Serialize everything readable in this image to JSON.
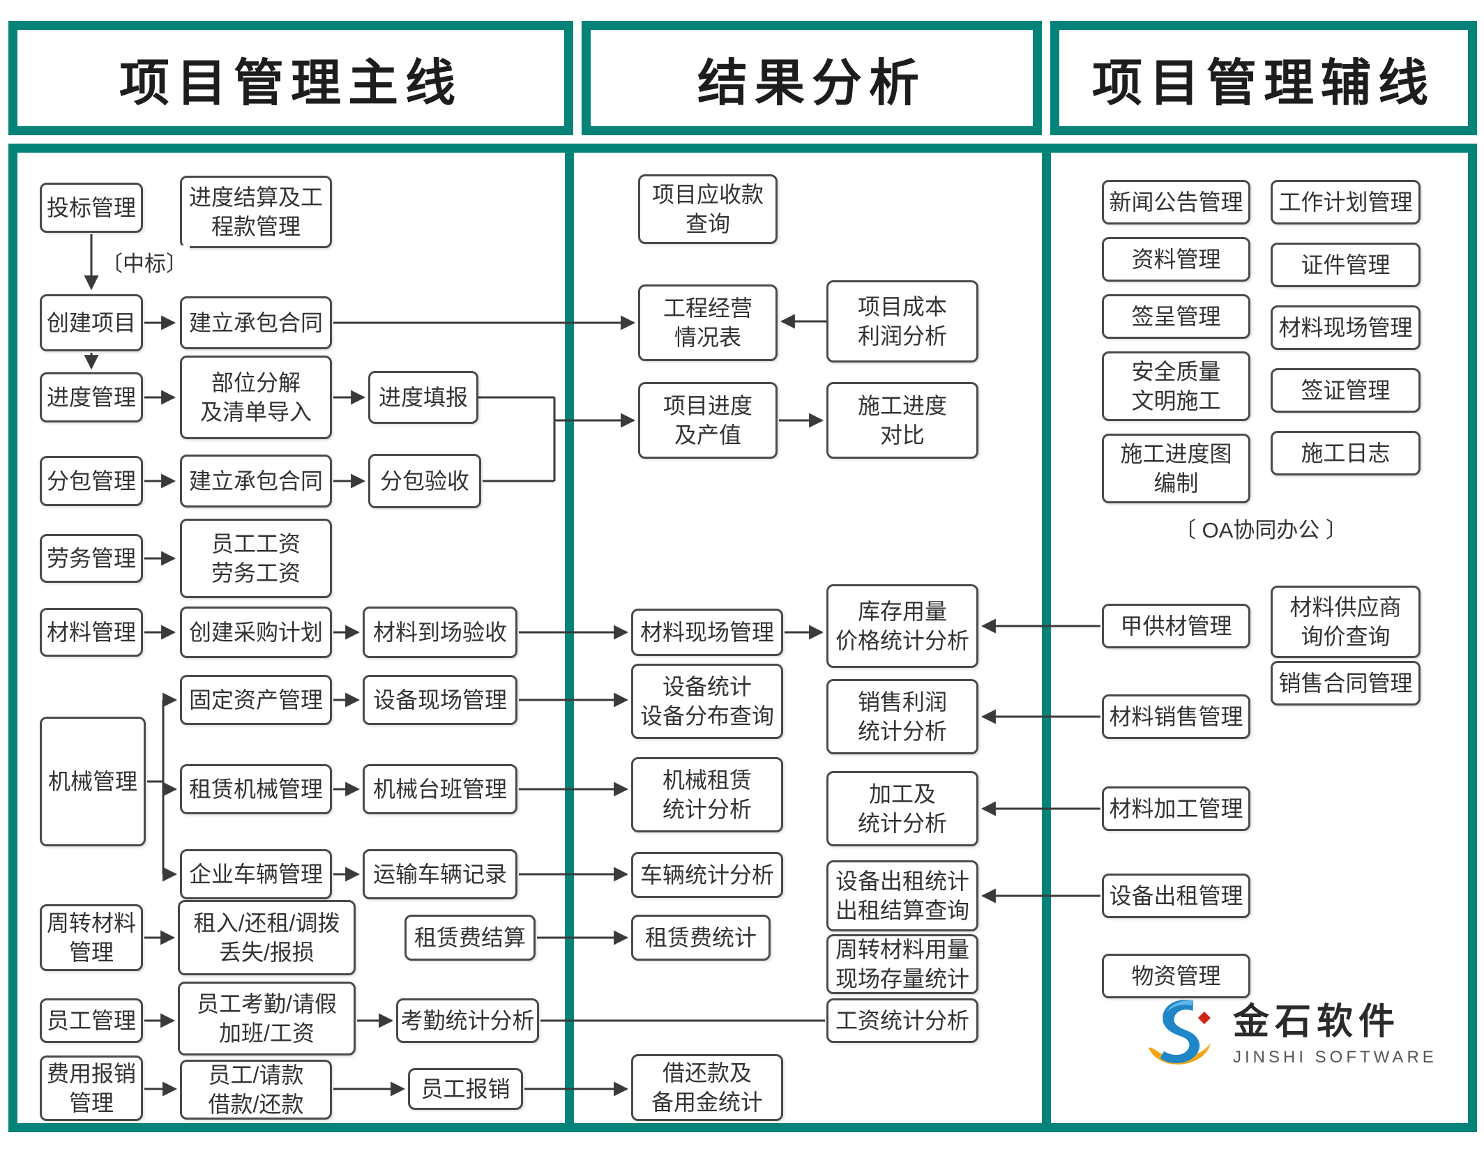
{
  "colors": {
    "frame_teal": "#058379",
    "box_border": "#4a4a4a",
    "line": "#3a3a3a",
    "text": "#333333",
    "logo_blue": "#1f86c8",
    "logo_yellow": "#f2a71b",
    "logo_red": "#cf2418"
  },
  "headers": {
    "main": "项目管理主线",
    "result": "结果分析",
    "aux": "项目管理辅线"
  },
  "labels": {
    "zhongbiao": "〔中标〕",
    "oa": "〔 OA协同办公 〕"
  },
  "nodes": {
    "toubiao": "投标管理",
    "jindu_jiesuan": "进度结算及工\n程款管理",
    "chuangjian": "创建项目",
    "jianli_hetong_1": "建立承包合同",
    "jindu_guanli": "进度管理",
    "buwei_fenjie": "部位分解\n及清单导入",
    "jindu_tianbao": "进度填报",
    "fenbao_guanli": "分包管理",
    "jianli_hetong_2": "建立承包合同",
    "fenbao_yanshou": "分包验收",
    "laowu_guanli": "劳务管理",
    "yuangong_gongzi": "员工工资\n劳务工资",
    "cailiao_guanli": "材料管理",
    "chuangjian_caigou": "创建采购计划",
    "daochang_yanshou": "材料到场验收",
    "jixie_guanli": "机械管理",
    "guding_zichan": "固定资产管理",
    "shebei_xianchang": "设备现场管理",
    "zulin_jixie": "租赁机械管理",
    "jixie_taiban": "机械台班管理",
    "qiye_cheliang": "企业车辆管理",
    "yunshu_jilu": "运输车辆记录",
    "zhouzhuan_cailiao": "周转材料\n管理",
    "zuru_huanzu": "租入/还租/调拨\n丢失/报损",
    "zulinfei_jiesuan": "租赁费结算",
    "yuangong_guanli": "员工管理",
    "yuangong_kaoqin": "员工考勤/请假\n加班/工资",
    "kaoqin_tongji": "考勤统计分析",
    "feiyong_baoxiao": "费用报销\n管理",
    "yuangong_qingkuan": "员工/请款\n借款/还款",
    "yuangong_baoxiao": "员工报销",
    "xiangmu_yingshou": "项目应收款\n查询",
    "gongcheng_jingying": "工程经营\n情况表",
    "xiangmu_chengben": "项目成本\n利润分析",
    "xiangmu_jindu": "项目进度\n及产值",
    "shigong_duibi": "施工进度\n对比",
    "cailiao_xianchang_mid": "材料现场管理",
    "kucun_yongliang": "库存用量\n价格统计分析",
    "shebei_tongji": "设备统计\n设备分布查询",
    "xiaoshou_lirun": "销售利润\n统计分析",
    "jixie_zulin_tongji": "机械租赁\n统计分析",
    "jiagong_tongji": "加工及\n统计分析",
    "cheliang_tongji": "车辆统计分析",
    "chuzu_tongji": "设备出租统计\n出租结算查询",
    "zulinfei_tongji": "租赁费统计",
    "zhouzhuan_yongliang": "周转材料用量\n现场存量统计",
    "gongzi_tongji": "工资统计分析",
    "jiehuankuan": "借还款及\n备用金统计",
    "xinwen_gonggao": "新闻公告管理",
    "gongzuo_jihua": "工作计划管理",
    "ziliao_guanli": "资料管理",
    "zhengjian_guanli": "证件管理",
    "qiancheng_guanli": "签呈管理",
    "cailiao_xianchang_right": "材料现场管理",
    "anquan_zhiliang": "安全质量\n文明施工",
    "qianzheng_guanli": "签证管理",
    "shigong_jindutu": "施工进度图\n编制",
    "shigong_rizhi": "施工日志",
    "jiagongcai": "甲供材管理",
    "gongyingshang": "材料供应商\n询价查询",
    "cailiao_xiaoshou": "材料销售管理",
    "xiaoshou_hetong": "销售合同管理",
    "cailiao_jiagong": "材料加工管理",
    "shebei_chuzu": "设备出租管理",
    "wuzi_guanli": "物资管理"
  },
  "logo": {
    "cn": "金石软件",
    "en": "JINSHI SOFTWARE"
  }
}
